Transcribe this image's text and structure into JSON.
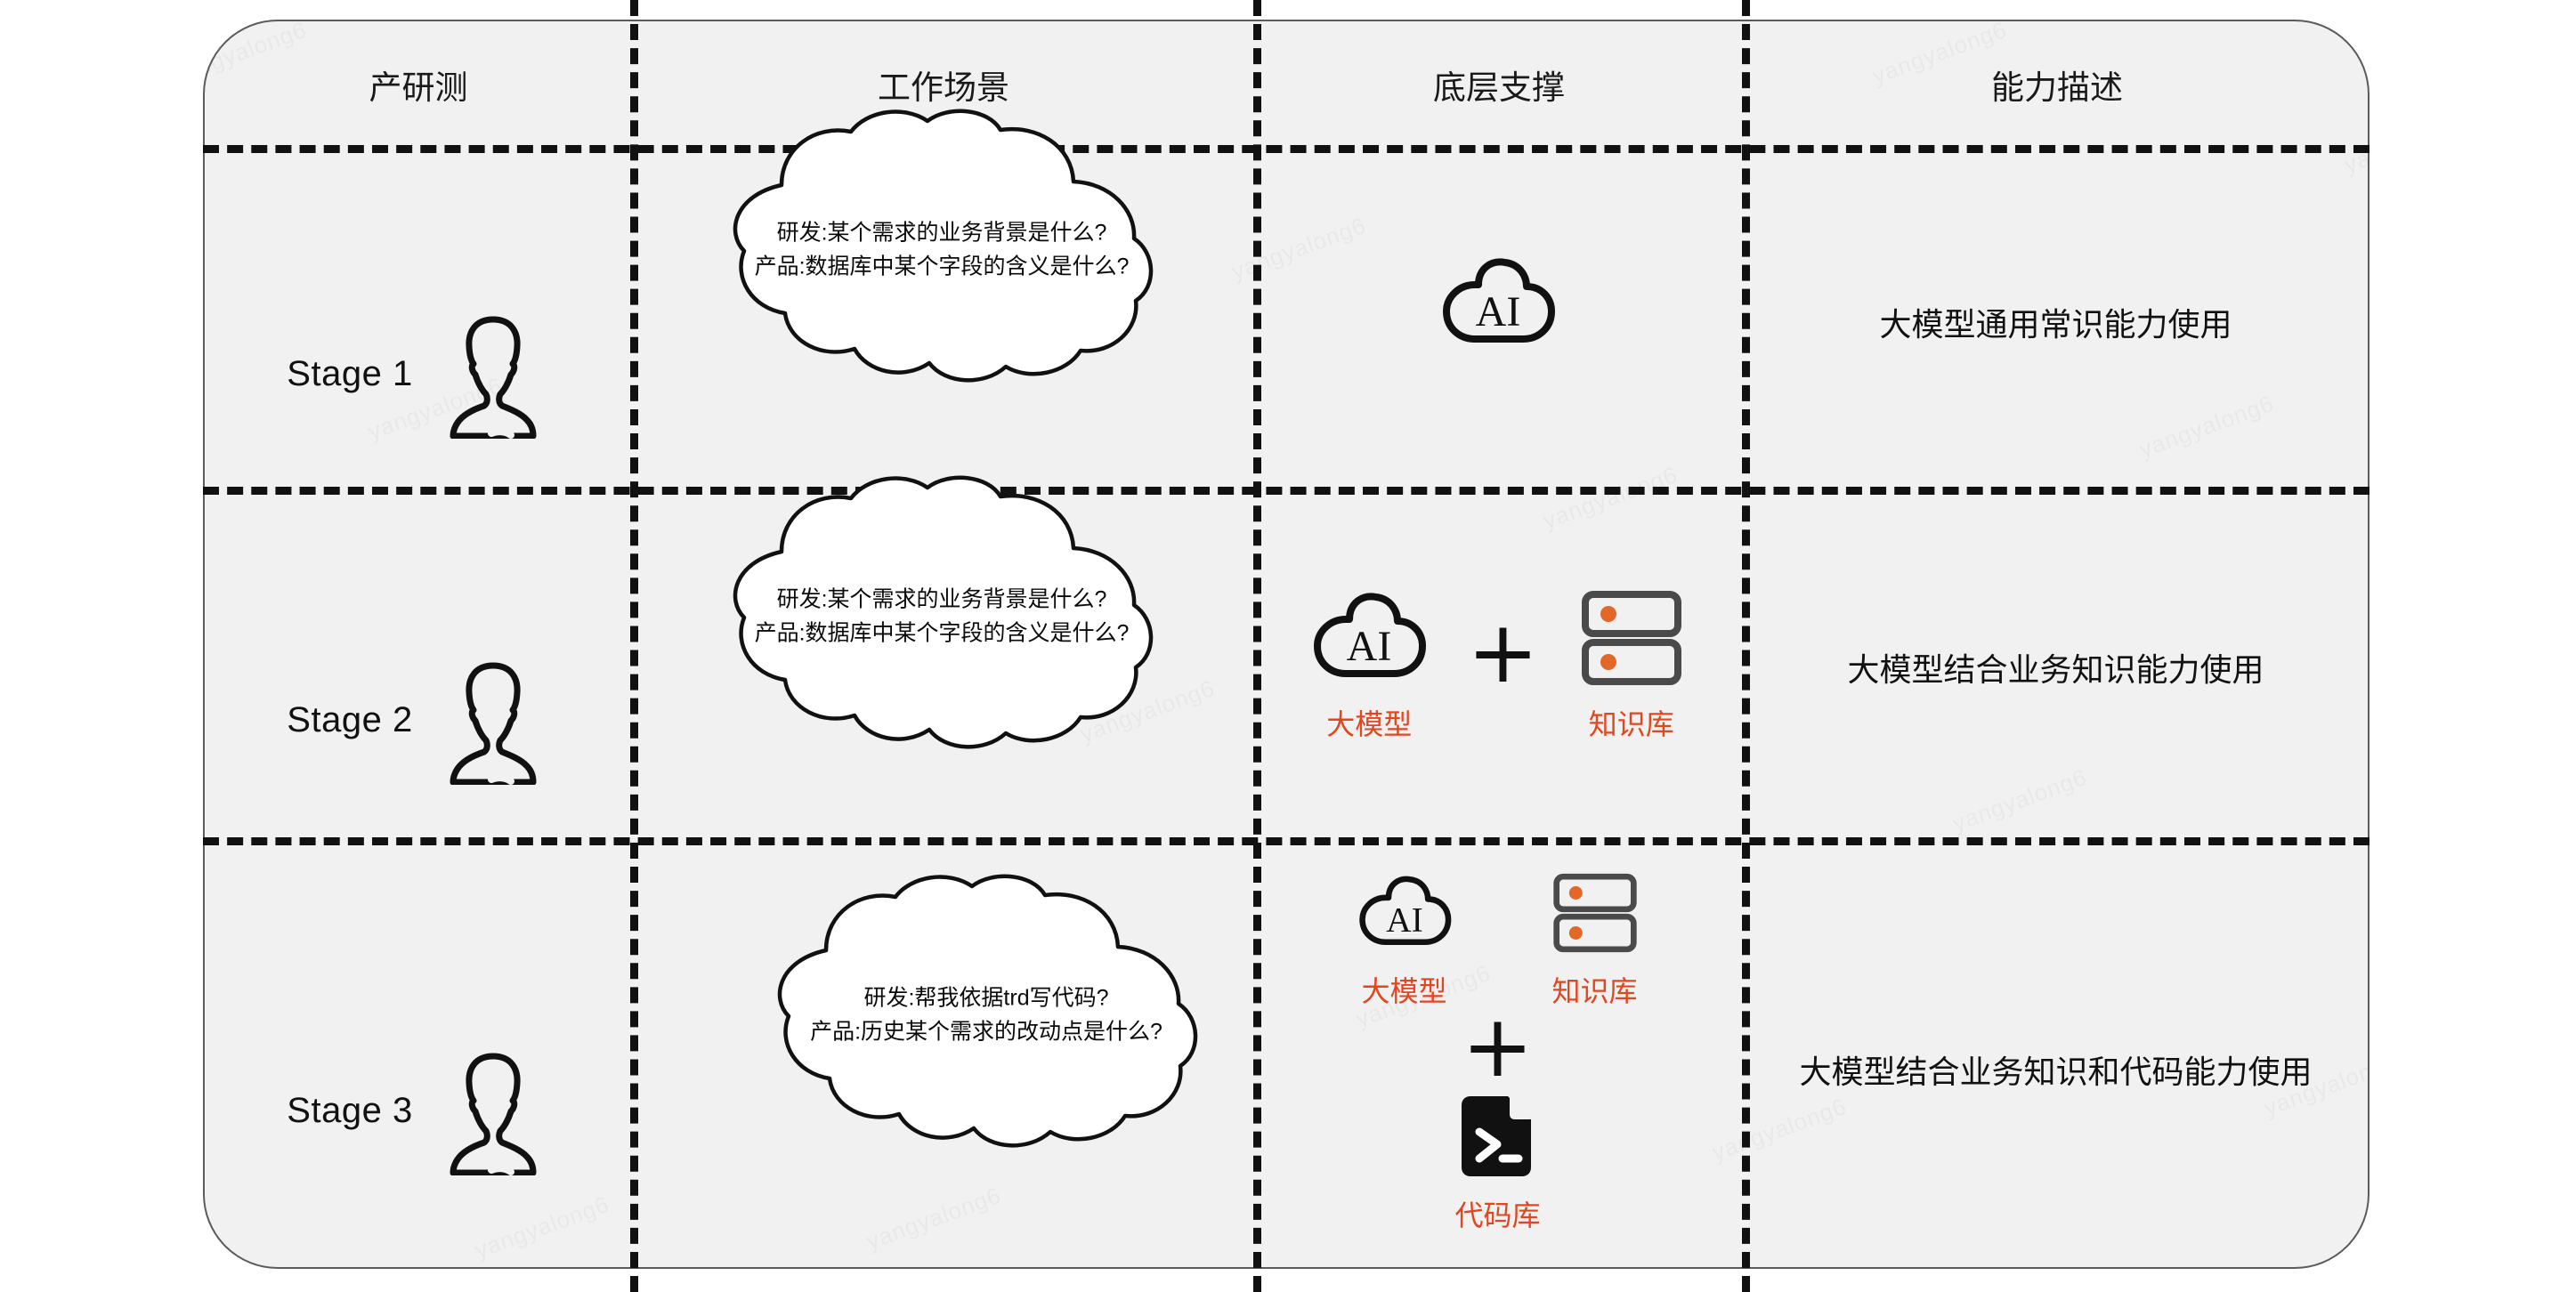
{
  "card": {
    "background": "#f1f1f1",
    "border_color": "#5b5b5b"
  },
  "accent": {
    "orange_text": "#e2461f",
    "orange_dot": "#e2682a",
    "icon_gray": "#4a4a4a",
    "dash_black": "#111111"
  },
  "watermark": {
    "text": "yangyalong6"
  },
  "headers": [
    {
      "label": "产研测"
    },
    {
      "label": "工作场景"
    },
    {
      "label": "底层支撑"
    },
    {
      "label": "能力描述"
    }
  ],
  "rows": [
    {
      "stage_label": "Stage 1",
      "person_icon": "person-outline-icon",
      "cloud": {
        "line1": "研发:某个需求的业务背景是什么?",
        "line2": "产品:数据库中某个字段的含义是什么?"
      },
      "foundation": {
        "ai": {
          "icon": "ai-cloud-icon",
          "glyph": "AI",
          "caption": ""
        }
      },
      "description": "大模型通用常识能力使用"
    },
    {
      "stage_label": "Stage 2",
      "person_icon": "person-outline-icon",
      "cloud": {
        "line1": "研发:某个需求的业务背景是什么?",
        "line2": "产品:数据库中某个字段的含义是什么?"
      },
      "foundation": {
        "ai": {
          "icon": "ai-cloud-icon",
          "glyph": "AI",
          "caption": "大模型"
        },
        "plus": "+",
        "kb": {
          "icon": "knowledge-base-icon",
          "caption": "知识库"
        }
      },
      "description": "大模型结合业务知识能力使用"
    },
    {
      "stage_label": "Stage 3",
      "person_icon": "person-outline-icon",
      "cloud": {
        "line1": "研发:帮我依据trd写代码?",
        "line2": "产品:历史某个需求的改动点是什么?"
      },
      "foundation": {
        "ai": {
          "icon": "ai-cloud-icon",
          "glyph": "AI",
          "caption": "大模型"
        },
        "kb": {
          "icon": "knowledge-base-icon",
          "caption": "知识库"
        },
        "plus": "+",
        "code": {
          "icon": "code-repo-file-icon",
          "caption": "代码库"
        }
      },
      "description": "大模型结合业务知识和代码能力使用"
    }
  ]
}
